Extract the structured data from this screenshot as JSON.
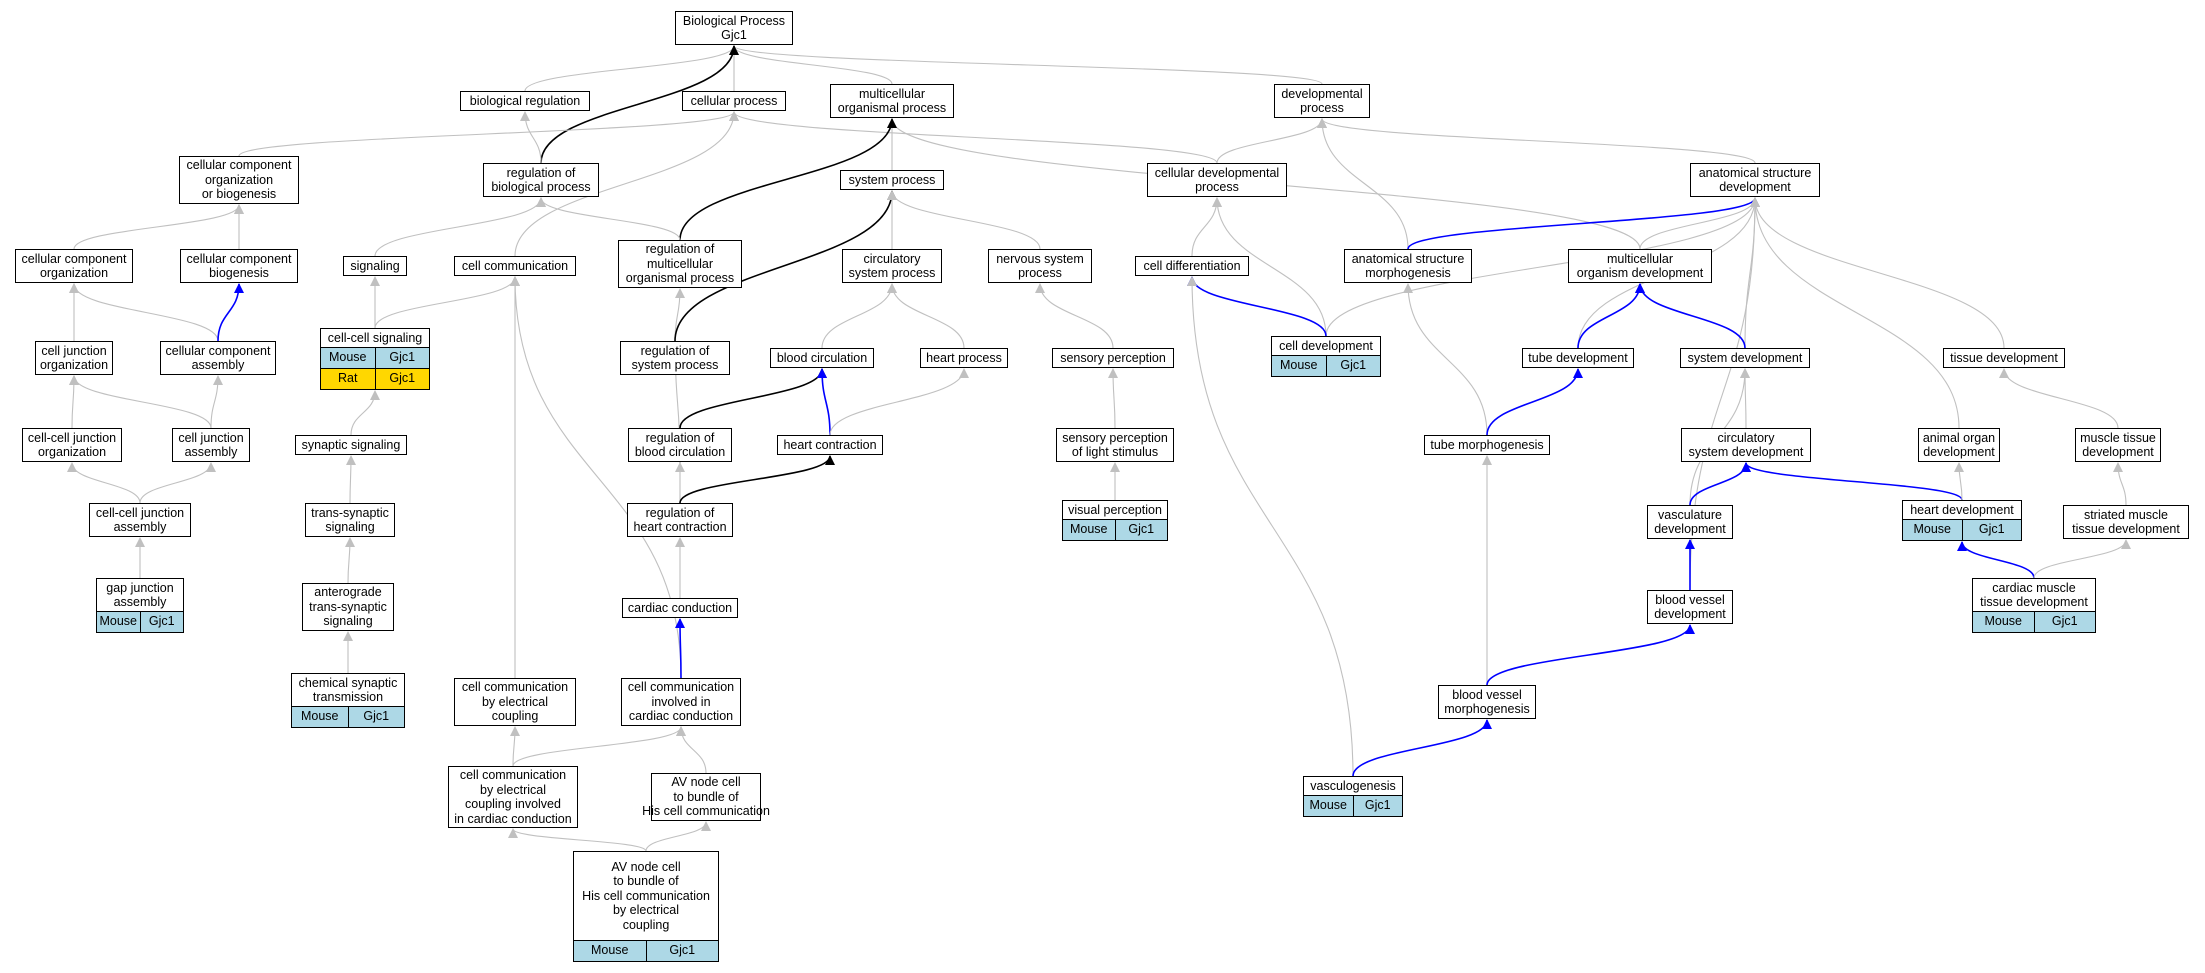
{
  "colors": {
    "is_a": "#c0c0c0",
    "regulates": "#000000",
    "part_of": "#0000ff",
    "mouse": "#add8e6",
    "rat": "#ffd700"
  },
  "nodes": [
    {
      "id": "bp",
      "label": "Biological Process\nGjc1"
    },
    {
      "id": "bioreg",
      "label": "biological regulation"
    },
    {
      "id": "cellproc",
      "label": "cellular process"
    },
    {
      "id": "multi",
      "label": "multicellular\norganismal process"
    },
    {
      "id": "devproc",
      "label": "developmental\nprocess"
    },
    {
      "id": "ccorg",
      "label": "cellular component\norganization\nor biogenesis"
    },
    {
      "id": "regbio",
      "label": "regulation of\nbiological process"
    },
    {
      "id": "sysproc",
      "label": "system process"
    },
    {
      "id": "celldevproc",
      "label": "cellular developmental\nprocess"
    },
    {
      "id": "asd",
      "label": "anatomical structure\ndevelopment"
    },
    {
      "id": "ccorg2",
      "label": "cellular component\norganization"
    },
    {
      "id": "ccbio",
      "label": "cellular component\nbiogenesis"
    },
    {
      "id": "signaling",
      "label": "signaling"
    },
    {
      "id": "cellcomm",
      "label": "cell communication"
    },
    {
      "id": "regmulti",
      "label": "regulation of\nmulticellular\norganismal process"
    },
    {
      "id": "circsys",
      "label": "circulatory\nsystem process"
    },
    {
      "id": "nervsys",
      "label": "nervous system\nprocess"
    },
    {
      "id": "celldiff",
      "label": "cell differentiation"
    },
    {
      "id": "asm",
      "label": "anatomical structure\nmorphogenesis"
    },
    {
      "id": "mod",
      "label": "multicellular\norganism development"
    },
    {
      "id": "cjorg",
      "label": "cell junction\norganization"
    },
    {
      "id": "ccasm",
      "label": "cellular component\nassembly"
    },
    {
      "id": "ccsig",
      "label": "cell-cell signaling"
    },
    {
      "id": "regsys",
      "label": "regulation of\nsystem process"
    },
    {
      "id": "bloodcirc",
      "label": "blood circulation"
    },
    {
      "id": "heartproc",
      "label": "heart process"
    },
    {
      "id": "sensperc",
      "label": "sensory perception"
    },
    {
      "id": "celldev",
      "label": "cell development"
    },
    {
      "id": "tubedev",
      "label": "tube development"
    },
    {
      "id": "sysdev",
      "label": "system development"
    },
    {
      "id": "tissuedev",
      "label": "tissue development"
    },
    {
      "id": "ccjorg",
      "label": "cell-cell junction\norganization"
    },
    {
      "id": "cjasm",
      "label": "cell junction\nassembly"
    },
    {
      "id": "synsig",
      "label": "synaptic signaling"
    },
    {
      "id": "regblood",
      "label": "regulation of\nblood circulation"
    },
    {
      "id": "heartcontr",
      "label": "heart contraction"
    },
    {
      "id": "senslight",
      "label": "sensory perception\nof light stimulus"
    },
    {
      "id": "tubemorph",
      "label": "tube morphogenesis"
    },
    {
      "id": "circdev",
      "label": "circulatory\nsystem development"
    },
    {
      "id": "animorg",
      "label": "animal organ\ndevelopment"
    },
    {
      "id": "muscledev",
      "label": "muscle tissue\ndevelopment"
    },
    {
      "id": "ccjasm",
      "label": "cell-cell junction\nassembly"
    },
    {
      "id": "transsyn",
      "label": "trans-synaptic\nsignaling"
    },
    {
      "id": "regheart",
      "label": "regulation of\nheart contraction"
    },
    {
      "id": "visperc",
      "label": "visual perception"
    },
    {
      "id": "vascdev",
      "label": "vasculature\ndevelopment"
    },
    {
      "id": "heartdev",
      "label": "heart development"
    },
    {
      "id": "striated",
      "label": "striated muscle\ntissue development"
    },
    {
      "id": "gapjunc",
      "label": "gap junction\nassembly"
    },
    {
      "id": "antero",
      "label": "anterograde\ntrans-synaptic\nsignaling"
    },
    {
      "id": "cardcond",
      "label": "cardiac conduction"
    },
    {
      "id": "bvdev",
      "label": "blood vessel\ndevelopment"
    },
    {
      "id": "cardmusc",
      "label": "cardiac muscle\ntissue development"
    },
    {
      "id": "chemsyn",
      "label": "chemical synaptic\ntransmission"
    },
    {
      "id": "cce",
      "label": "cell communication\nby electrical\ncoupling"
    },
    {
      "id": "ccicc",
      "label": "cell communication\ninvolved in\ncardiac conduction"
    },
    {
      "id": "bvmorph",
      "label": "blood vessel\nmorphogenesis"
    },
    {
      "id": "cceicc",
      "label": "cell communication\nby electrical\ncoupling involved\nin cardiac conduction"
    },
    {
      "id": "avnode",
      "label": "AV node cell\nto bundle of\nHis cell communication"
    },
    {
      "id": "vasculo",
      "label": "vasculogenesis"
    },
    {
      "id": "avnodeel",
      "label": "AV node cell\nto bundle of\nHis cell communication\nby electrical\ncoupling"
    }
  ],
  "tags": [
    {
      "node": "ccsig",
      "rows": [
        [
          "Mouse",
          "Gjc1"
        ],
        [
          "Rat",
          "Gjc1"
        ]
      ]
    },
    {
      "node": "celldev",
      "rows": [
        [
          "Mouse",
          "Gjc1"
        ]
      ]
    },
    {
      "node": "visperc",
      "rows": [
        [
          "Mouse",
          "Gjc1"
        ]
      ]
    },
    {
      "node": "heartdev",
      "rows": [
        [
          "Mouse",
          "Gjc1"
        ]
      ]
    },
    {
      "node": "gapjunc",
      "rows": [
        [
          "Mouse",
          "Gjc1"
        ]
      ]
    },
    {
      "node": "cardmusc",
      "rows": [
        [
          "Mouse",
          "Gjc1"
        ]
      ]
    },
    {
      "node": "chemsyn",
      "rows": [
        [
          "Mouse",
          "Gjc1"
        ]
      ]
    },
    {
      "node": "vasculo",
      "rows": [
        [
          "Mouse",
          "Gjc1"
        ]
      ]
    },
    {
      "node": "avnodeel",
      "rows": [
        [
          "Mouse",
          "Gjc1"
        ]
      ]
    }
  ],
  "edges": [
    [
      "bioreg",
      "bp",
      "is_a"
    ],
    [
      "cellproc",
      "bp",
      "is_a"
    ],
    [
      "multi",
      "bp",
      "is_a"
    ],
    [
      "devproc",
      "bp",
      "is_a"
    ],
    [
      "regbio",
      "bp",
      "regulates"
    ],
    [
      "regbio",
      "bioreg",
      "is_a"
    ],
    [
      "ccorg",
      "cellproc",
      "is_a"
    ],
    [
      "celldevproc",
      "cellproc",
      "is_a"
    ],
    [
      "cellcomm",
      "cellproc",
      "is_a"
    ],
    [
      "celldevproc",
      "devproc",
      "is_a"
    ],
    [
      "asd",
      "devproc",
      "is_a"
    ],
    [
      "asm",
      "devproc",
      "is_a"
    ],
    [
      "sysproc",
      "multi",
      "is_a"
    ],
    [
      "mod",
      "multi",
      "is_a"
    ],
    [
      "regmulti",
      "multi",
      "regulates"
    ],
    [
      "ccorg2",
      "ccorg",
      "is_a"
    ],
    [
      "ccbio",
      "ccorg",
      "is_a"
    ],
    [
      "signaling",
      "regbio",
      "is_a"
    ],
    [
      "regmulti",
      "regbio",
      "is_a"
    ],
    [
      "regsys",
      "regmulti",
      "is_a"
    ],
    [
      "regsys",
      "sysproc",
      "regulates"
    ],
    [
      "circsys",
      "sysproc",
      "is_a"
    ],
    [
      "nervsys",
      "sysproc",
      "is_a"
    ],
    [
      "celldiff",
      "celldevproc",
      "is_a"
    ],
    [
      "celldev",
      "celldevproc",
      "is_a"
    ],
    [
      "asm",
      "asd",
      "part_of"
    ],
    [
      "mod",
      "asd",
      "is_a"
    ],
    [
      "celldev",
      "asd",
      "is_a"
    ],
    [
      "tubedev",
      "asd",
      "is_a"
    ],
    [
      "sysdev",
      "asd",
      "is_a"
    ],
    [
      "tissuedev",
      "asd",
      "is_a"
    ],
    [
      "animorg",
      "asd",
      "is_a"
    ],
    [
      "bvdev",
      "asd",
      "is_a"
    ],
    [
      "cjorg",
      "ccorg2",
      "is_a"
    ],
    [
      "ccasm",
      "ccorg2",
      "is_a"
    ],
    [
      "ccasm",
      "ccbio",
      "part_of"
    ],
    [
      "ccsig",
      "signaling",
      "is_a"
    ],
    [
      "ccsig",
      "cellcomm",
      "is_a"
    ],
    [
      "cce",
      "cellcomm",
      "is_a"
    ],
    [
      "ccicc",
      "cellcomm",
      "is_a"
    ],
    [
      "bloodcirc",
      "circsys",
      "is_a"
    ],
    [
      "heartproc",
      "circsys",
      "is_a"
    ],
    [
      "sensperc",
      "nervsys",
      "is_a"
    ],
    [
      "celldev",
      "celldiff",
      "part_of"
    ],
    [
      "vasculo",
      "celldiff",
      "is_a"
    ],
    [
      "tubedev",
      "mod",
      "part_of"
    ],
    [
      "sysdev",
      "mod",
      "part_of"
    ],
    [
      "tubemorph",
      "asm",
      "is_a"
    ],
    [
      "ccjorg",
      "cjorg",
      "is_a"
    ],
    [
      "cjasm",
      "cjorg",
      "is_a"
    ],
    [
      "cjasm",
      "ccasm",
      "is_a"
    ],
    [
      "synsig",
      "ccsig",
      "is_a"
    ],
    [
      "regsys",
      "regblood",
      "is_a"
    ],
    [
      "regblood",
      "bloodcirc",
      "regulates"
    ],
    [
      "heartcontr",
      "bloodcirc",
      "part_of"
    ],
    [
      "heartcontr",
      "heartproc",
      "is_a"
    ],
    [
      "senslight",
      "sensperc",
      "is_a"
    ],
    [
      "tubemorph",
      "tubedev",
      "part_of"
    ],
    [
      "circdev",
      "sysdev",
      "is_a"
    ],
    [
      "vascdev",
      "sysdev",
      "is_a"
    ],
    [
      "muscledev",
      "tissuedev",
      "is_a"
    ],
    [
      "ccjasm",
      "ccjorg",
      "is_a"
    ],
    [
      "ccjasm",
      "cjasm",
      "is_a"
    ],
    [
      "transsyn",
      "synsig",
      "is_a"
    ],
    [
      "regheart",
      "regblood",
      "is_a"
    ],
    [
      "regheart",
      "heartcontr",
      "regulates"
    ],
    [
      "visperc",
      "senslight",
      "is_a"
    ],
    [
      "bvmorph",
      "tubemorph",
      "is_a"
    ],
    [
      "vascdev",
      "circdev",
      "part_of"
    ],
    [
      "heartdev",
      "circdev",
      "part_of"
    ],
    [
      "heartdev",
      "animorg",
      "is_a"
    ],
    [
      "striated",
      "muscledev",
      "is_a"
    ],
    [
      "gapjunc",
      "ccjasm",
      "is_a"
    ],
    [
      "antero",
      "transsyn",
      "is_a"
    ],
    [
      "cardcond",
      "regheart",
      "is_a"
    ],
    [
      "bvdev",
      "vascdev",
      "part_of"
    ],
    [
      "cardmusc",
      "heartdev",
      "part_of"
    ],
    [
      "cardmusc",
      "striated",
      "is_a"
    ],
    [
      "chemsyn",
      "antero",
      "is_a"
    ],
    [
      "ccicc",
      "cardcond",
      "part_of"
    ],
    [
      "bvmorph",
      "bvdev",
      "part_of"
    ],
    [
      "cceicc",
      "cce",
      "is_a"
    ],
    [
      "cceicc",
      "ccicc",
      "is_a"
    ],
    [
      "avnode",
      "ccicc",
      "is_a"
    ],
    [
      "vasculo",
      "bvmorph",
      "part_of"
    ],
    [
      "avnodeel",
      "cceicc",
      "is_a"
    ],
    [
      "avnodeel",
      "avnode",
      "is_a"
    ]
  ]
}
